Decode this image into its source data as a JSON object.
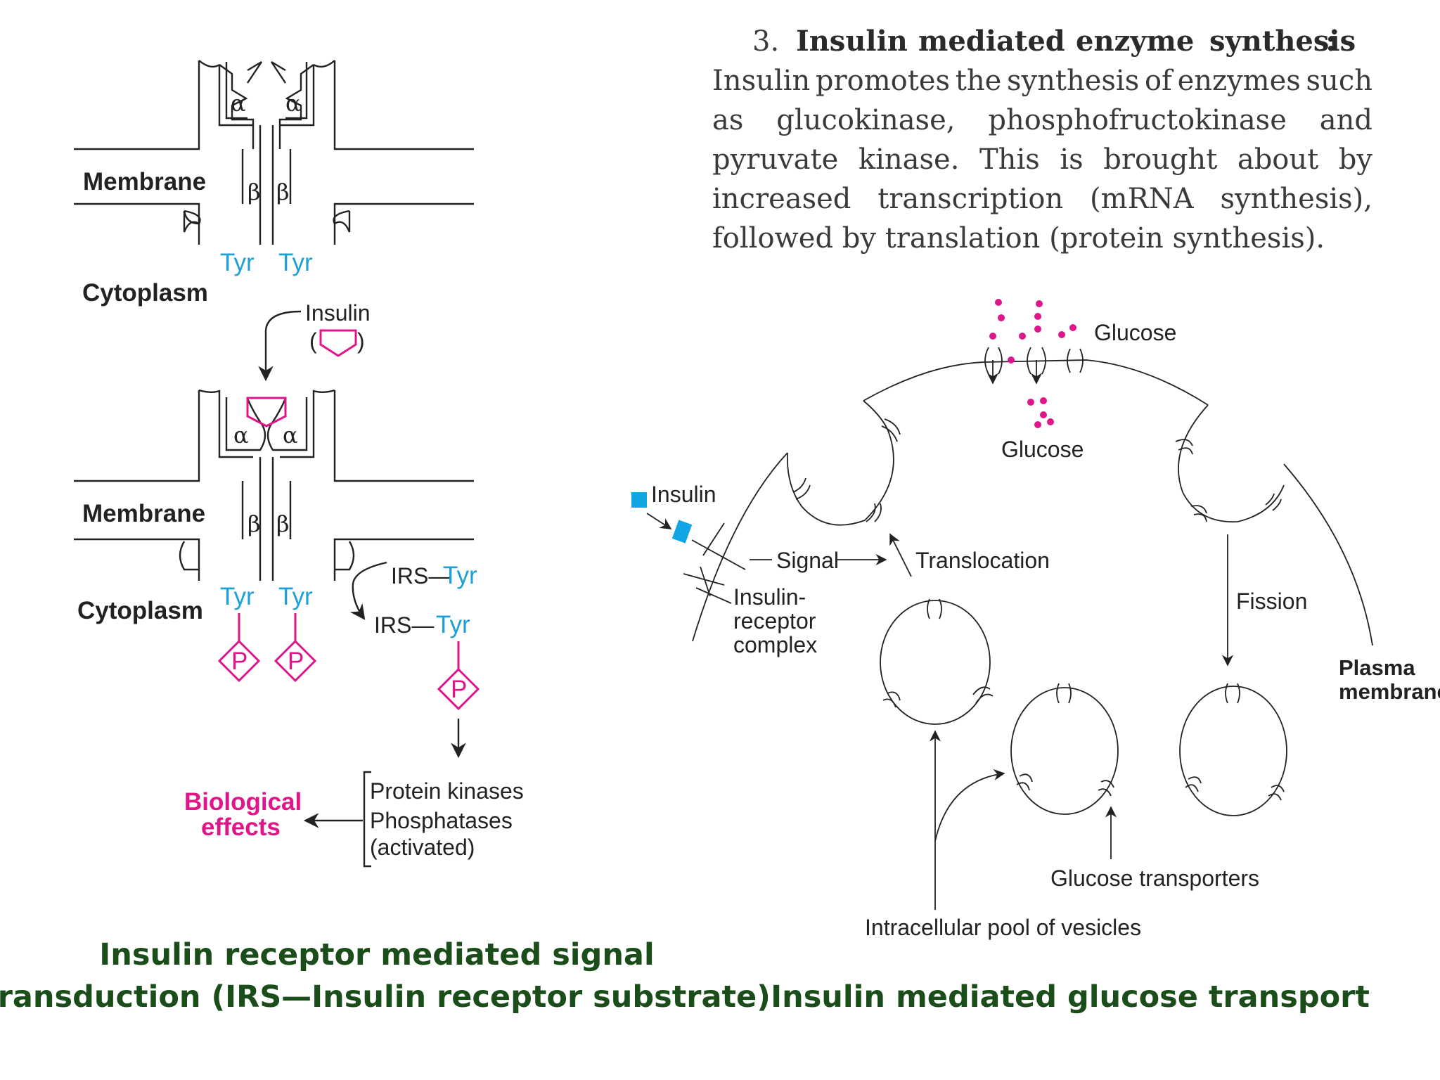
{
  "paragraph": {
    "heading_number": "3.",
    "heading_words": [
      "Insulin",
      "mediated",
      "enzyme",
      "synthesis",
      ":"
    ],
    "lines": [
      [
        "Insulin",
        "promotes",
        "the",
        "synthesis",
        "of",
        "enzymes",
        "such"
      ],
      [
        "as",
        "glucokinase,",
        "phosphofructokinase",
        "and"
      ],
      [
        "pyruvate",
        "kinase.",
        "This",
        "is",
        "brought",
        "about",
        "by"
      ],
      [
        "increased",
        "transcription",
        "(mRNA",
        "synthesis),"
      ],
      [
        "followed by translation (protein synthesis)."
      ]
    ]
  },
  "left_diagram": {
    "membrane_label": "Membrane",
    "cytoplasm_label": "Cytoplasm",
    "alpha": "α",
    "beta": "β",
    "tyr": "Tyr",
    "insulin_label": "Insulin",
    "insulin_paren_open": "(",
    "insulin_paren_close": ")",
    "irs": "IRS—",
    "p": "P",
    "effects_line1": "Biological",
    "effects_line2": "effects",
    "kinase_lines": [
      "Protein kinases",
      "Phosphatases",
      "(activated)"
    ],
    "caption_line1": "Insulin receptor mediated signal",
    "caption_line2": "transduction (IRS—Insulin receptor substrate)"
  },
  "right_diagram": {
    "glucose": "Glucose",
    "insulin": "Insulin",
    "signal": "Signal",
    "translocation": "Translocation",
    "complex_lines": [
      "Insulin-",
      "receptor",
      "complex"
    ],
    "fission": "Fission",
    "plasma_lines": [
      "Plasma",
      "membrane"
    ],
    "transporters": "Glucose transporters",
    "pool": "Intracellular pool of vesicles",
    "caption": "Insulin mediated glucose transport"
  },
  "colors": {
    "tyr": "#1ba0d8",
    "phospho": "#e0158a",
    "insulin_square": "#10a6e6",
    "caption": "#1a4d1a"
  }
}
